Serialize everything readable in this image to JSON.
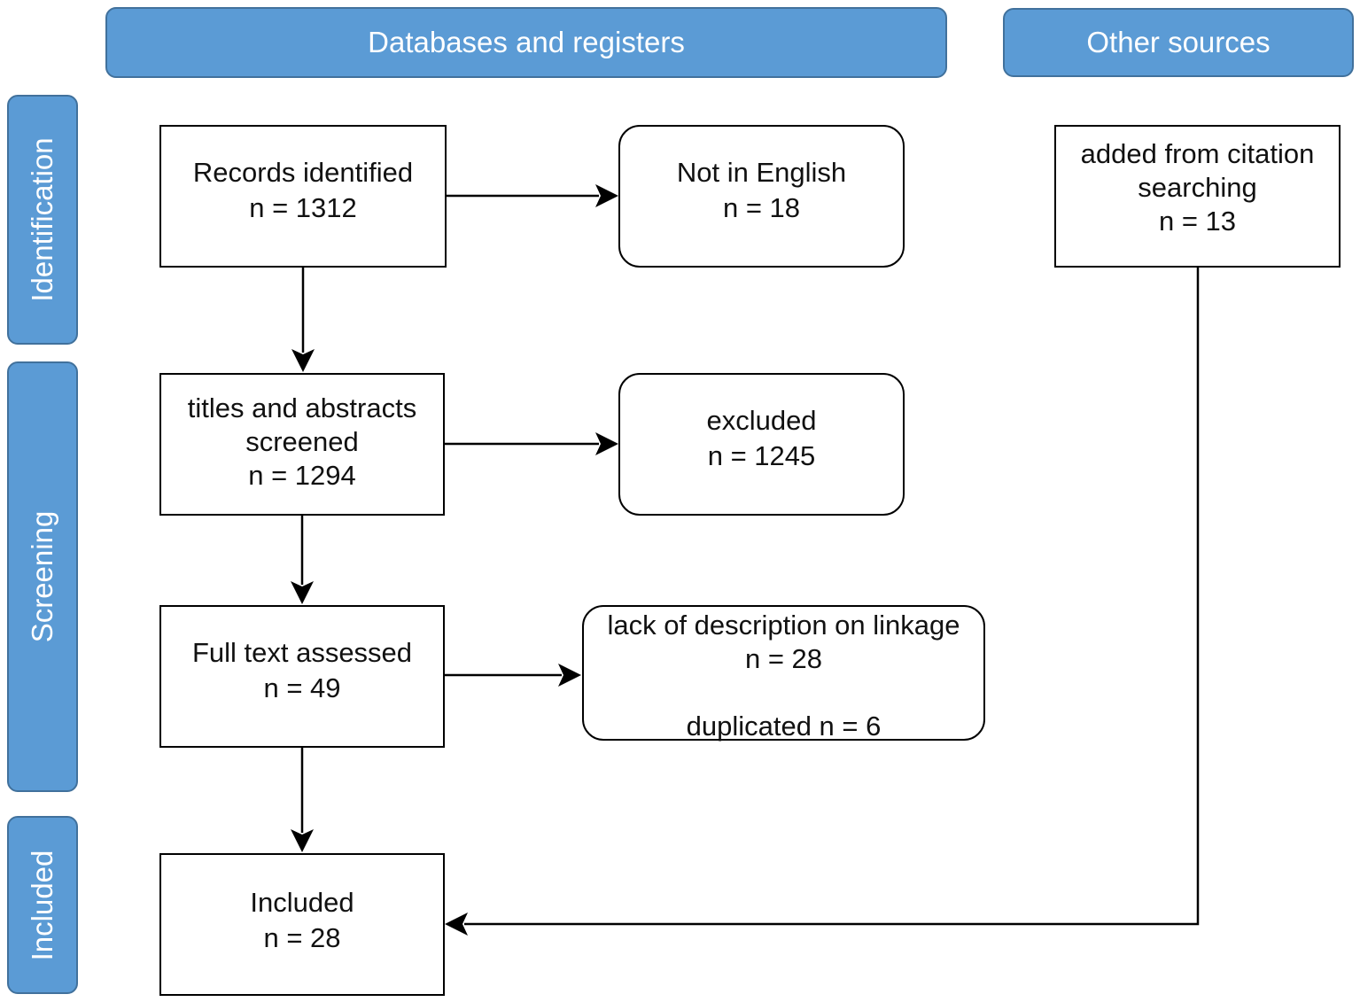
{
  "columns": {
    "databases": "Databases and registers",
    "other": "Other sources"
  },
  "stages": {
    "identification": "Identification",
    "screening": "Screening",
    "included": "Included"
  },
  "boxes": {
    "records_identified": {
      "label": "Records identified",
      "count": "n = 1312"
    },
    "not_in_english": {
      "label": "Not in English",
      "count": "n = 18"
    },
    "citation_searching": {
      "label_line1": "added from citation",
      "label_line2": "searching",
      "count": "n = 13"
    },
    "titles_abstracts": {
      "label_line1": "titles and abstracts",
      "label_line2": "screened",
      "count": "n = 1294"
    },
    "excluded": {
      "label": "excluded",
      "count": "n = 1245"
    },
    "full_text": {
      "label": "Full text assessed",
      "count": "n = 49"
    },
    "full_text_excluded": {
      "reason1": "lack of description on linkage",
      "count1": "n = 28",
      "reason2": "duplicated n = 6"
    },
    "included": {
      "label": "Included",
      "count": "n = 28"
    }
  },
  "colors": {
    "header_fill": "#5b9bd5",
    "header_border": "#41719c",
    "header_text": "#ffffff",
    "box_border": "#000000",
    "arrow": "#000000"
  }
}
